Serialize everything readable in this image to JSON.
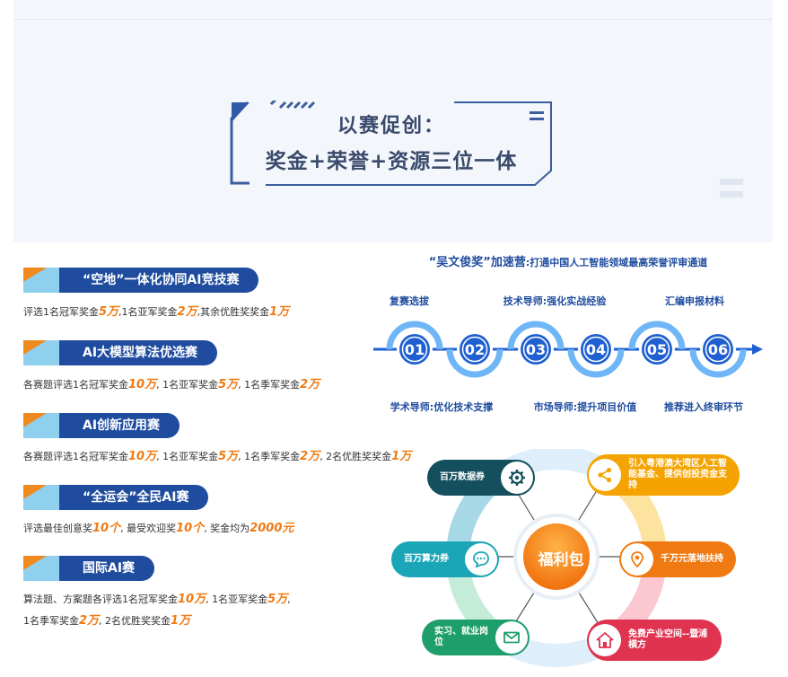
{
  "banner": {
    "line1": "以赛促创：",
    "line2": "奖金+荣誉+资源三位一体"
  },
  "competitions": [
    {
      "name": "“空地”一体化协同AI竞技赛",
      "desc": [
        {
          "t": "评选1名冠军奖金"
        },
        {
          "t": "5万",
          "hl": true
        },
        {
          "t": ",1名亚军奖金"
        },
        {
          "t": "2万",
          "hl": true
        },
        {
          "t": ",其余优胜奖奖金"
        },
        {
          "t": "1万",
          "hl": true
        }
      ]
    },
    {
      "name": "AI大模型算法优选赛",
      "desc": [
        {
          "t": "各赛题评选1名冠军奖金"
        },
        {
          "t": "10万",
          "hl": true
        },
        {
          "t": ", 1名亚军奖金"
        },
        {
          "t": "5万",
          "hl": true
        },
        {
          "t": ", 1名季军奖金"
        },
        {
          "t": "2万",
          "hl": true
        }
      ]
    },
    {
      "name": "AI创新应用赛",
      "desc": [
        {
          "t": "各赛题评选1名冠军奖金"
        },
        {
          "t": "10万",
          "hl": true
        },
        {
          "t": ", 1名亚军奖金"
        },
        {
          "t": "5万",
          "hl": true
        },
        {
          "t": ", 1名季军奖金"
        },
        {
          "t": "2万",
          "hl": true
        },
        {
          "t": ", 2名优胜奖奖金"
        },
        {
          "t": "1万",
          "hl": true
        }
      ]
    },
    {
      "name": "“全运会”全民AI赛",
      "desc": [
        {
          "t": "评选最佳创意奖"
        },
        {
          "t": "10个",
          "hl": true
        },
        {
          "t": ", 最受欢迎奖"
        },
        {
          "t": "10个",
          "hl": true
        },
        {
          "t": ", 奖金均为"
        },
        {
          "t": "2000元",
          "hl": true
        }
      ]
    },
    {
      "name": "国际AI赛",
      "desc": [
        {
          "t": "算法题、方案题各评选1名冠军奖金"
        },
        {
          "t": "10万",
          "hl": true
        },
        {
          "t": ", 1名亚军奖金"
        },
        {
          "t": "5万",
          "hl": true
        },
        {
          "t": ","
        }
      ],
      "desc2": [
        {
          "t": "1名季军奖金"
        },
        {
          "t": "2万",
          "hl": true
        },
        {
          "t": ", 2名优胜奖奖金"
        },
        {
          "t": "1万",
          "hl": true
        }
      ]
    }
  ],
  "accelerator": {
    "title": "“吴文俊奖”加速营",
    "subtitle": ":打通中国人工智能领域最高荣誉评审通道",
    "steps": [
      {
        "num": "01",
        "label": "学术导师:优化技术支撑"
      },
      {
        "num": "02",
        "label": "复赛选拔"
      },
      {
        "num": "03",
        "label": "市场导师:提升项目价值"
      },
      {
        "num": "04",
        "label": "技术导师:强化实战经验"
      },
      {
        "num": "05",
        "label": "推荐进入终审环节"
      },
      {
        "num": "06",
        "label": "汇编申报材料"
      }
    ]
  },
  "benefits": {
    "center": "福利包",
    "items": [
      {
        "label": "百万数据券",
        "icon": "gear-icon",
        "color": "#134f5c"
      },
      {
        "label": "引入粤港澳大湾区人工智能基金、提供创投资金支持",
        "icon": "share-icon",
        "color": "#f5a300"
      },
      {
        "label": "百万算力券",
        "icon": "chat-bubble-icon",
        "color": "#1aa6b7"
      },
      {
        "label": "千万元落地扶持",
        "icon": "location-pin-icon",
        "color": "#f07a12"
      },
      {
        "label": "实习、就业岗位",
        "icon": "mail-icon",
        "color": "#1d9e6a"
      },
      {
        "label": "免费产业空间--暨浦横方",
        "icon": "house-icon",
        "color": "#e0334f"
      }
    ]
  }
}
